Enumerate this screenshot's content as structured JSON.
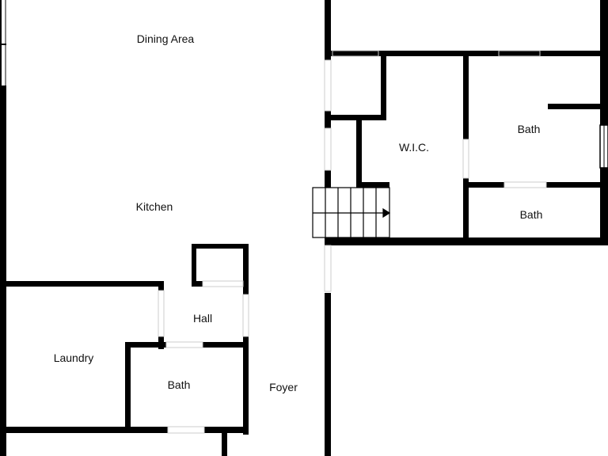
{
  "floor_plan": {
    "wall_color": "#000000",
    "background_color": "#ffffff",
    "rooms": {
      "dining_area": "Dining Area",
      "kitchen": "Kitchen",
      "hall": "Hall",
      "laundry": "Laundry",
      "bath_lower": "Bath",
      "foyer": "Foyer",
      "wic": "W.I.C.",
      "bath_upper": "Bath",
      "bath_right": "Bath"
    }
  }
}
